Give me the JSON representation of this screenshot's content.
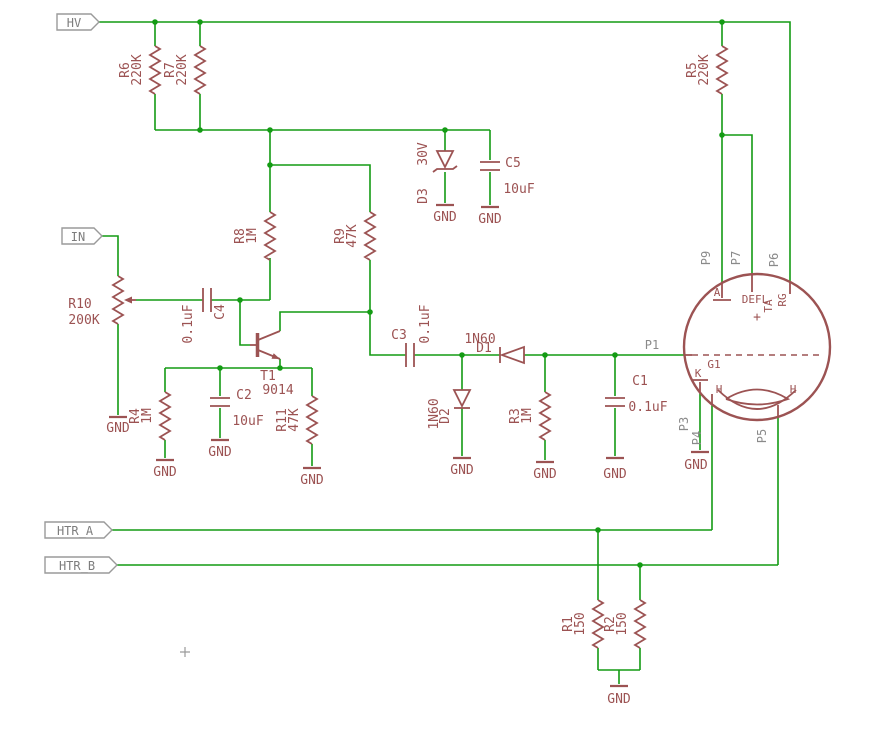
{
  "labels": {
    "gnd": "GND"
  },
  "nets": {
    "hv": "HV",
    "in": "IN",
    "htr_a": "HTR_A",
    "htr_b": "HTR_B"
  },
  "parts": {
    "r1": {
      "name": "R1",
      "value": "150"
    },
    "r2": {
      "name": "R2",
      "value": "150"
    },
    "r3": {
      "name": "R3",
      "value": "1M"
    },
    "r4": {
      "name": "R4",
      "value": "1M"
    },
    "r5": {
      "name": "R5",
      "value": "220K"
    },
    "r6": {
      "name": "R6",
      "value": "220K"
    },
    "r7": {
      "name": "R7",
      "value": "220K"
    },
    "r8": {
      "name": "R8",
      "value": "1M"
    },
    "r9": {
      "name": "R9",
      "value": "47K"
    },
    "r10": {
      "name": "R10",
      "value": "200K"
    },
    "r11": {
      "name": "R11",
      "value": "47K"
    },
    "c1": {
      "name": "C1",
      "value": "0.1uF"
    },
    "c2": {
      "name": "C2",
      "value": "10uF"
    },
    "c3": {
      "name": "C3",
      "value": "0.1uF"
    },
    "c4": {
      "name": "C4",
      "value": "0.1uF"
    },
    "c5": {
      "name": "C5",
      "value": "10uF"
    },
    "d1": {
      "name": "D1",
      "value": "1N60"
    },
    "d2": {
      "name": "D2",
      "value": "1N60"
    },
    "d3": {
      "name": "D3",
      "value": "30V"
    },
    "t1": {
      "name": "T1",
      "value": "9014"
    }
  },
  "tube": {
    "pins": {
      "p1": "P1",
      "p3": "P3",
      "p4": "P4",
      "p5": "P5",
      "p6": "P6",
      "p7": "P7",
      "p9": "P9"
    },
    "electrodes": {
      "anode": "A",
      "defl": "DEFL",
      "plus": "+",
      "ta": "TA",
      "rg": "RG",
      "cathode": "K",
      "grid": "G1",
      "heater_a": "H",
      "heater_b": "H"
    }
  },
  "colors": {
    "wire": "#149b14",
    "symbol": "#9c5353",
    "pin_text": "#8a8a8a",
    "background": "#ffffff"
  }
}
